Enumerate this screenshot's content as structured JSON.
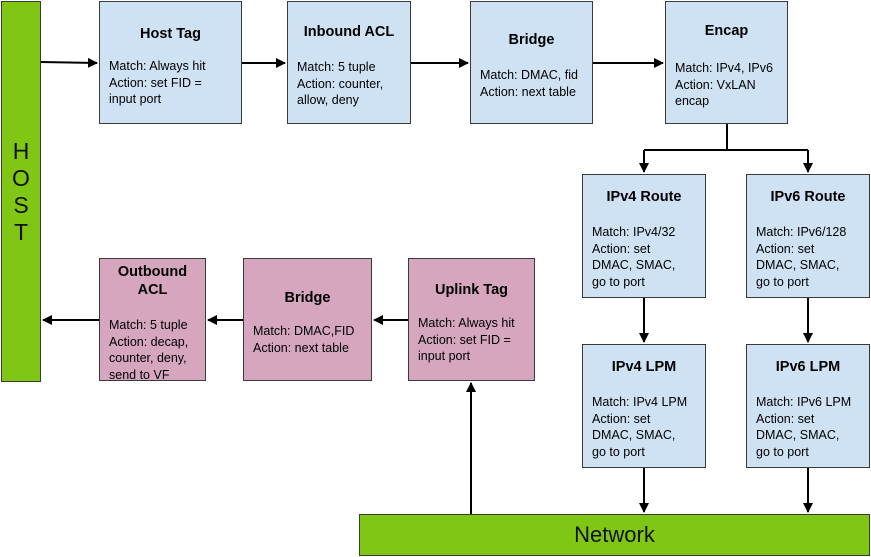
{
  "host": {
    "label": "HOST"
  },
  "network": {
    "label": "Network"
  },
  "boxes": {
    "host_tag": {
      "title": "Host Tag",
      "desc": "Match: Always hit\nAction: set FID =\ninput port"
    },
    "inbound_acl": {
      "title": "Inbound ACL",
      "desc": "Match: 5 tuple\nAction: counter,\nallow, deny"
    },
    "bridge_top": {
      "title": "Bridge",
      "desc": "Match: DMAC, fid\nAction: next table"
    },
    "encap": {
      "title": "Encap",
      "desc": "Match: IPv4, IPv6\nAction: VxLAN\nencap"
    },
    "ipv4_route": {
      "title": "IPv4 Route",
      "desc": "Match: IPv4/32\nAction: set\nDMAC, SMAC,\ngo to port"
    },
    "ipv6_route": {
      "title": "IPv6 Route",
      "desc": "Match: IPv6/128\nAction: set\nDMAC, SMAC,\ngo to port"
    },
    "ipv4_lpm": {
      "title": "IPv4 LPM",
      "desc": "Match: IPv4 LPM\nAction: set\nDMAC, SMAC,\ngo to port"
    },
    "ipv6_lpm": {
      "title": "IPv6 LPM",
      "desc": "Match: IPv6 LPM\nAction: set\nDMAC, SMAC,\ngo to port"
    },
    "outbound_acl": {
      "title": "Outbound\nACL",
      "desc": "Match: 5 tuple\nAction: decap,\ncounter, deny,\nsend to VF"
    },
    "bridge_bottom": {
      "title": "Bridge",
      "desc": "Match: DMAC,FID\nAction: next table"
    },
    "uplink_tag": {
      "title": "Uplink Tag",
      "desc": "Match: Always hit\nAction: set FID =\ninput port"
    }
  },
  "colors": {
    "host_network": "#80c715",
    "ingress_box": "#cfe2f3",
    "egress_box": "#d5a6bd",
    "arrow": "#000000"
  }
}
